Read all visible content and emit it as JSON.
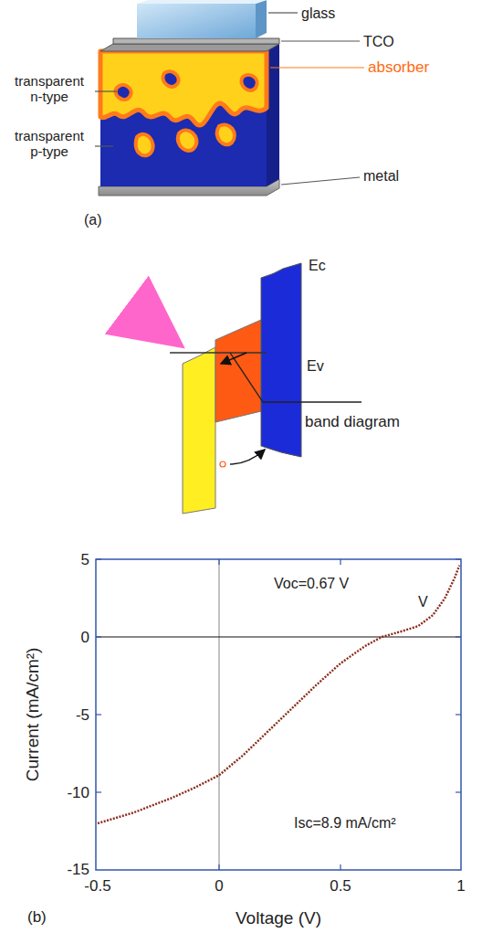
{
  "diagram": {
    "labels": [
      "glass",
      "TCO",
      "absorber",
      "transparent n-type",
      "transparent p-type",
      "metal",
      "(a)",
      "Ec",
      "Ev",
      "band diagram",
      "5",
      "0",
      "-5",
      "-10",
      "-15",
      "-0.5",
      "0",
      "0.5",
      "1",
      "Voc=0.67 V",
      "V",
      "Isc=8.9 mA/cm²",
      "Current (mA/cm²)",
      "Voltage (V)",
      "(b)"
    ]
  }
}
